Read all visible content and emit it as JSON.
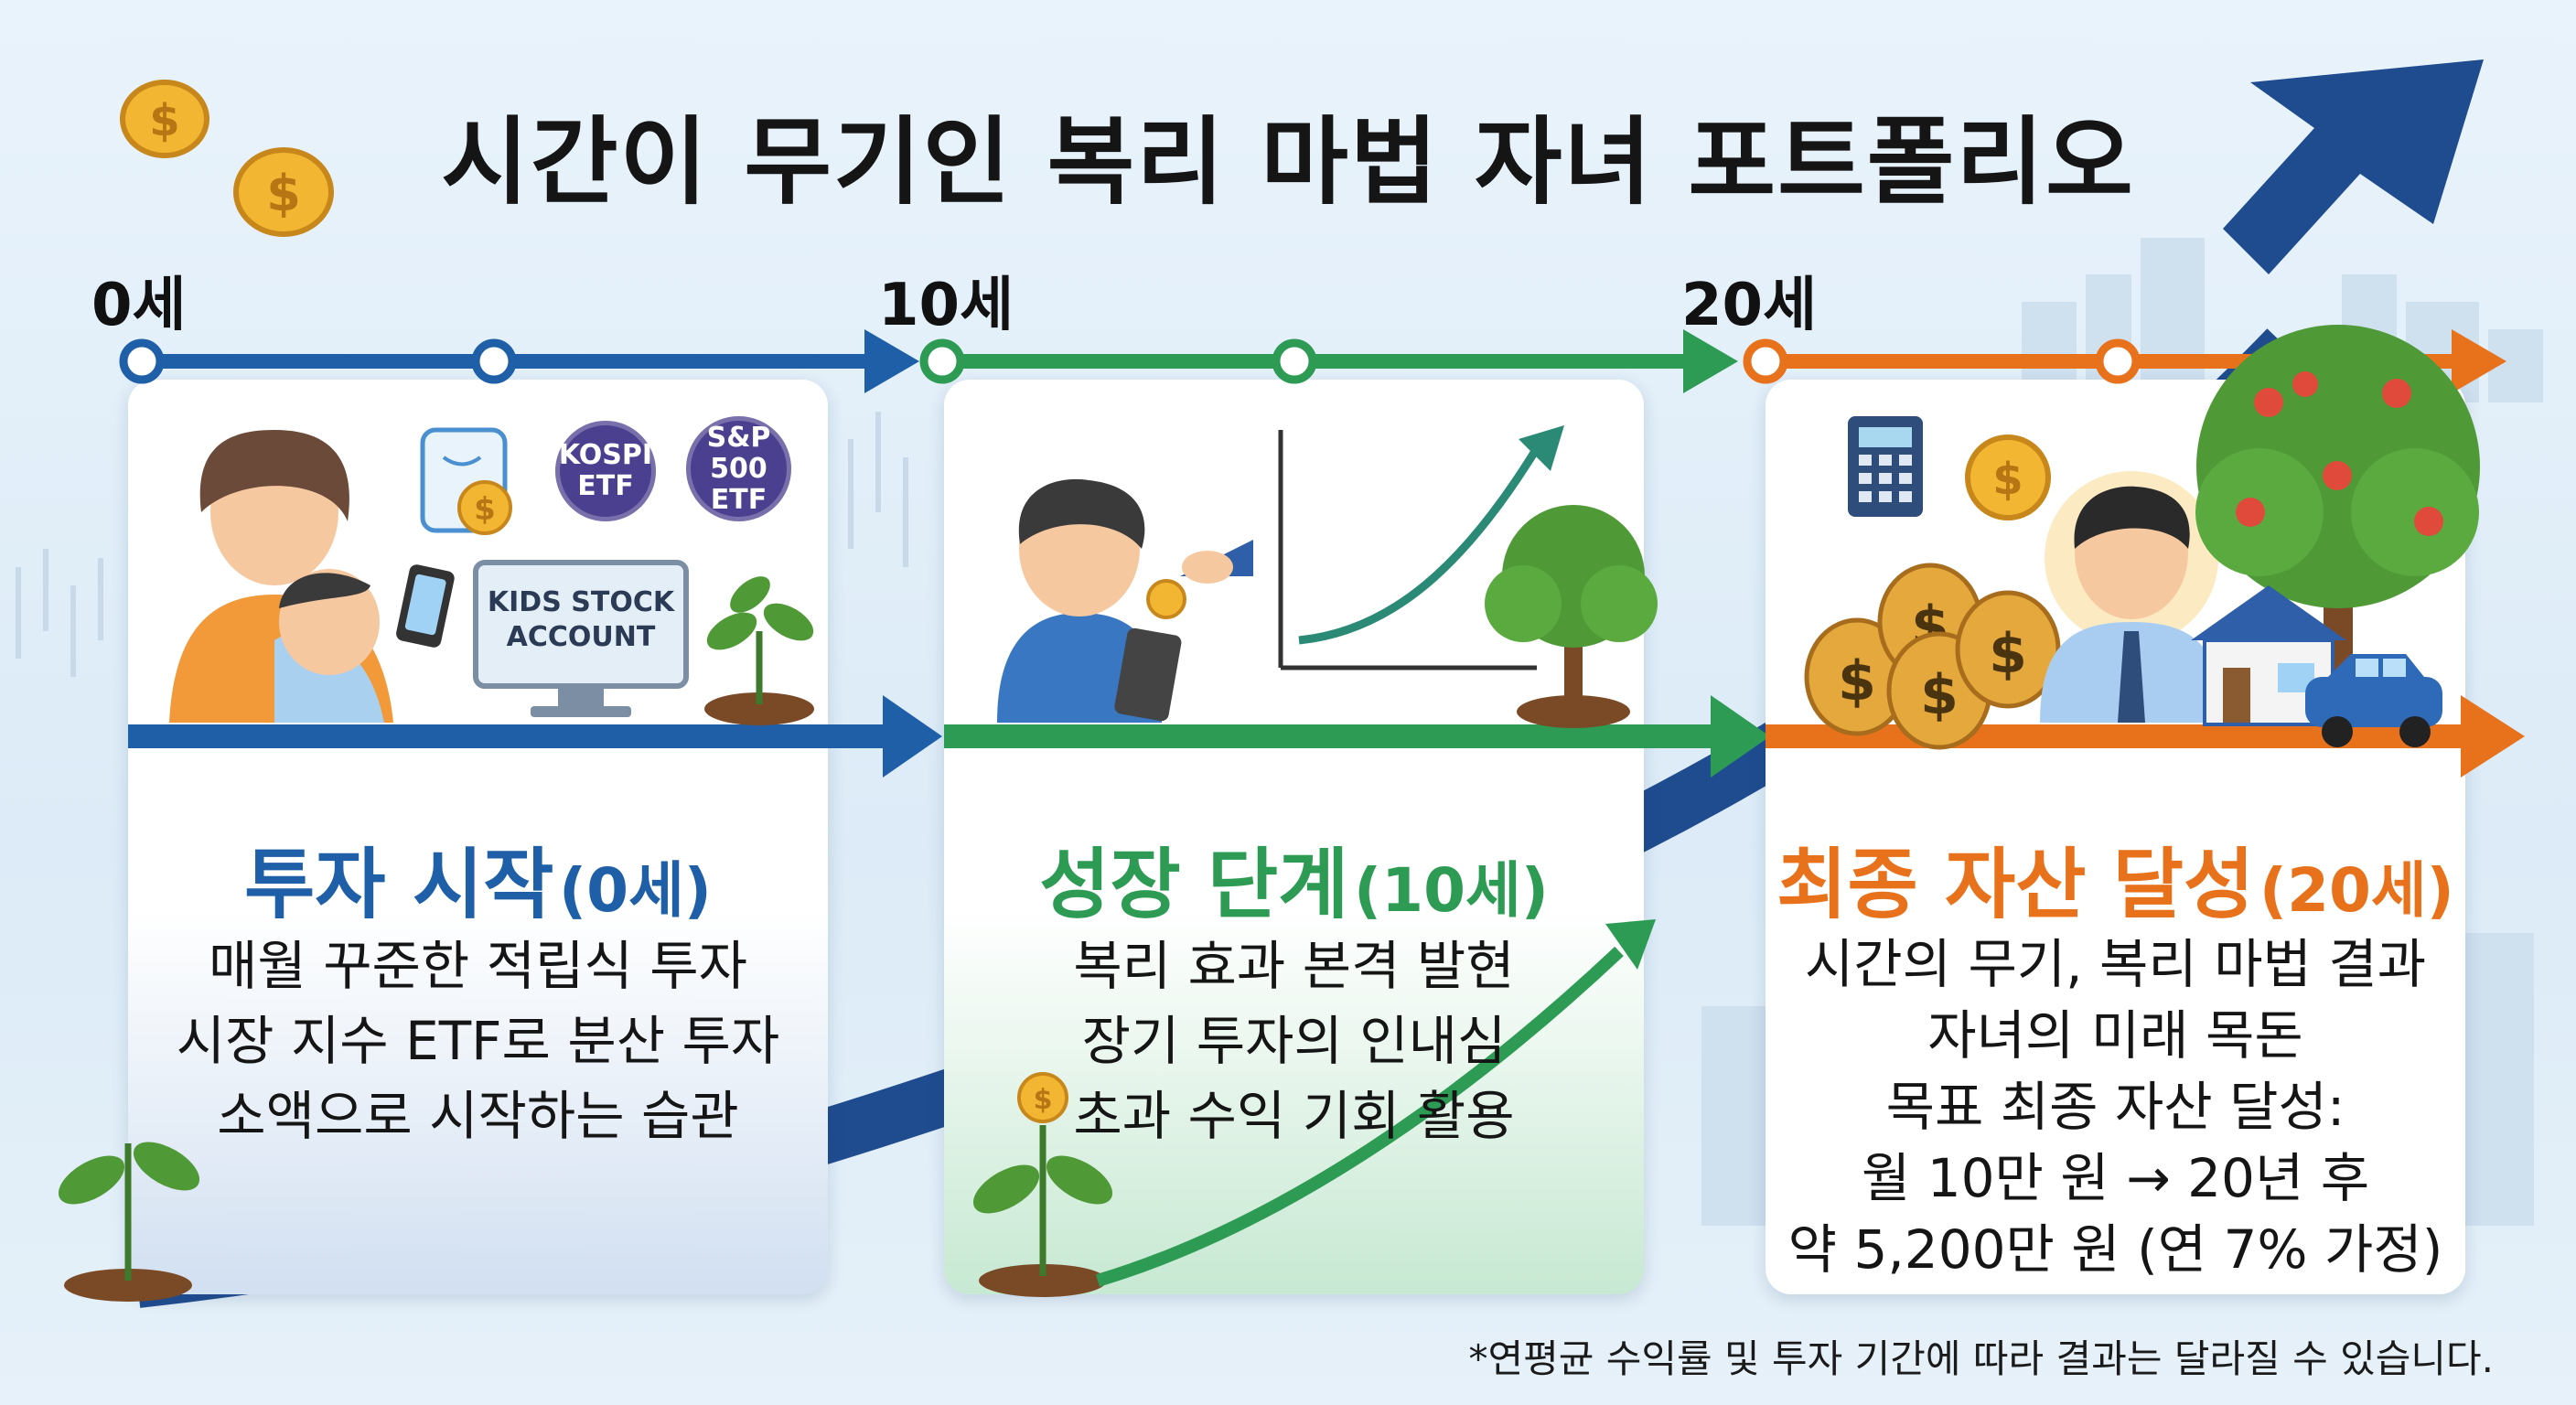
{
  "title": "시간이 무기인 복리 마법 자녀 포트폴리오",
  "timeline": {
    "ages": [
      "0세",
      "10세",
      "20세"
    ]
  },
  "stages": [
    {
      "title": "투자 시작",
      "age_label": "(0세)",
      "color": "#1e5fa8",
      "lines": [
        "매월 꾸준한 적립식 투자",
        "시장 지수 ETF로 분산 투자",
        "소액으로 시작하는 습관"
      ],
      "badges": [
        {
          "lines": [
            "KOSPI",
            "ETF"
          ]
        },
        {
          "lines": [
            "S&P",
            "500",
            "ETF"
          ]
        }
      ],
      "monitor_lines": [
        "KIDS STOCK",
        "ACCOUNT"
      ]
    },
    {
      "title": "성장 단계",
      "age_label": "(10세)",
      "color": "#2e9b55",
      "lines": [
        "복리 효과 본격 발현",
        "장기 투자의 인내심",
        "초과 수익 기회 활용"
      ]
    },
    {
      "title": "최종 자산 달성",
      "age_label": "(20세)",
      "color": "#e8711b",
      "lines": [
        "시간의 무기, 복리 마법 결과",
        "자녀의 미래 목돈",
        "목표 최종 자산 달성:",
        "월 10만 원 → 20년 후",
        "약 5,200만 원 (연 7% 가정)"
      ]
    }
  ],
  "footnote": "*연평균 수익률 및 투자 기간에 따라 결과는 달라질 수 있습니다.",
  "colors": {
    "blue": "#1e5fa8",
    "green": "#2e9b55",
    "orange": "#e8711b",
    "navy": "#1f4b8f",
    "coin": "#f2b632"
  }
}
